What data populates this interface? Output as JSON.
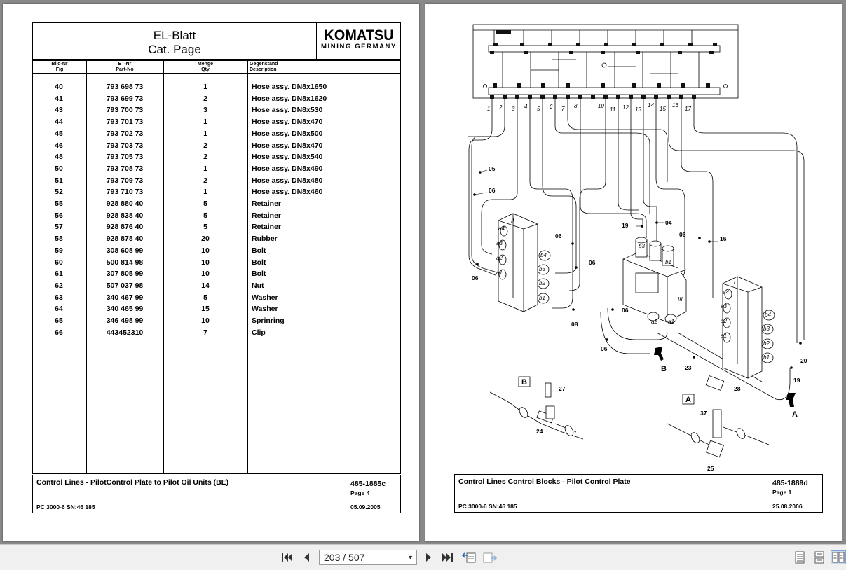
{
  "left_page": {
    "header": {
      "title_line1": "EL-Blatt",
      "title_line2": "Cat. Page",
      "logo_main": "KOMATSU",
      "logo_sub": "MINING GERMANY"
    },
    "columns": [
      {
        "line1": "Bild-Nr",
        "line2": "Fig"
      },
      {
        "line1": "ET-Nr",
        "line2": "Part-No"
      },
      {
        "line1": "Menge",
        "line2": "Qty"
      },
      {
        "line1": "Gegenstand",
        "line2": "Description"
      }
    ],
    "rows": [
      {
        "fig": "40",
        "part": "793 698 73",
        "qty": "1",
        "desc": "Hose assy. DN8x1650"
      },
      {
        "fig": "41",
        "part": "793 699 73",
        "qty": "2",
        "desc": "Hose assy. DN8x1620"
      },
      {
        "fig": "43",
        "part": "793 700 73",
        "qty": "3",
        "desc": "Hose assy. DN8x530"
      },
      {
        "fig": "44",
        "part": "793 701 73",
        "qty": "1",
        "desc": "Hose assy. DN8x470"
      },
      {
        "fig": "45",
        "part": "793 702 73",
        "qty": "1",
        "desc": "Hose assy. DN8x500"
      },
      {
        "fig": "46",
        "part": "793 703 73",
        "qty": "2",
        "desc": "Hose assy. DN8x470"
      },
      {
        "fig": "48",
        "part": "793 705 73",
        "qty": "2",
        "desc": "Hose assy. DN8x540"
      },
      {
        "fig": "50",
        "part": "793 708 73",
        "qty": "1",
        "desc": "Hose assy. DN8x490"
      },
      {
        "fig": "51",
        "part": "793 709 73",
        "qty": "2",
        "desc": "Hose assy. DN8x480"
      },
      {
        "fig": "52",
        "part": "793 710 73",
        "qty": "1",
        "desc": "Hose assy. DN8x460"
      },
      {
        "fig": "55",
        "part": "928 880 40",
        "qty": "5",
        "desc": "Retainer"
      },
      {
        "fig": "56",
        "part": "928 838 40",
        "qty": "5",
        "desc": "Retainer"
      },
      {
        "fig": "57",
        "part": "928 876 40",
        "qty": "5",
        "desc": "Retainer"
      },
      {
        "fig": "58",
        "part": "928 878 40",
        "qty": "20",
        "desc": "Rubber"
      },
      {
        "fig": "59",
        "part": "308 608 99",
        "qty": "10",
        "desc": "Bolt"
      },
      {
        "fig": "60",
        "part": "500 814 98",
        "qty": "10",
        "desc": "Bolt"
      },
      {
        "fig": "61",
        "part": "307 805 99",
        "qty": "10",
        "desc": "Bolt"
      },
      {
        "fig": "62",
        "part": "507 037 98",
        "qty": "14",
        "desc": "Nut"
      },
      {
        "fig": "63",
        "part": "340 467 99",
        "qty": "5",
        "desc": "Washer"
      },
      {
        "fig": "64",
        "part": "340 465 99",
        "qty": "15",
        "desc": "Washer"
      },
      {
        "fig": "65",
        "part": "346 498 99",
        "qty": "10",
        "desc": "Sprinring"
      },
      {
        "fig": "66",
        "part": "443452310",
        "qty": "7",
        "desc": "Clip"
      }
    ],
    "footer": {
      "title": "Control Lines - PilotControl Plate to Pilot Oil Units (BE)",
      "doc_no": "485-1885c",
      "page": "Page 4",
      "machine": "PC 3000-6 SN:46 185",
      "date": "05.09.2005"
    }
  },
  "right_page": {
    "diagram_labels": {
      "ports": [
        "1",
        "2",
        "3",
        "4",
        "5",
        "6",
        "7",
        "8",
        "10",
        "11",
        "12",
        "13",
        "14",
        "15",
        "16",
        "17"
      ],
      "callouts": {
        "c05": "05",
        "c06": "06",
        "c19": "19",
        "c04": "04",
        "c16": "16",
        "c08": "08",
        "c23": "23",
        "c20": "20",
        "c27": "27",
        "c24": "24",
        "c28": "28",
        "c37": "37",
        "c25": "25"
      },
      "blocks": {
        "block_ii": "II",
        "block_i": "I",
        "block_iii": "III"
      },
      "ports_ab": {
        "a4": "a4",
        "a3": "a3",
        "a2": "a2",
        "a1": "a1",
        "b4": "b4",
        "b3": "b3",
        "b2": "b2",
        "b1": "b1"
      },
      "view_a": "A",
      "view_b": "B"
    },
    "footer": {
      "title": "Control Lines Control Blocks - Pilot Control Plate",
      "doc_no": "485-1889d",
      "page": "Page 1",
      "machine": "PC 3000-6 SN:46 185",
      "date": "25.08.2006"
    }
  },
  "toolbar": {
    "page_indicator": "203 / 507"
  }
}
